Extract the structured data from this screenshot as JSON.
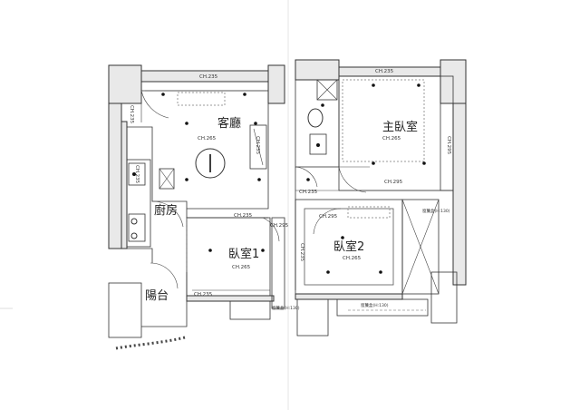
{
  "rooms": {
    "living": "客廳",
    "kitchen": "廚房",
    "bedroom1": "臥室1",
    "bedroom2": "臥室2",
    "master": "主臥室",
    "balcony": "陽台"
  },
  "ceiling_heights": {
    "living_top": "CH.235",
    "living_left": "CH.235",
    "living_center": "CH.265",
    "fridge": "CH.255",
    "range": "CH.235",
    "corridor": "CH.235",
    "corridor2": "CH.295",
    "bed1_center": "CH.265",
    "bed1_bottom": "CH.235",
    "master_top": "CH.235",
    "master_center": "CH.265",
    "master_right": "CH.295",
    "master_bottom": "CH.295",
    "bath_left": "CH.235",
    "bed2_top": "CH.295",
    "bed2_center": "CH.265",
    "bed2_left": "CH.235"
  },
  "notes": {
    "window_top": "窗簾盒(H:130)",
    "window_bottom1": "窗簾盒(H:130)",
    "window_bottom2": "窗簾盒(H:130)"
  },
  "colors": {
    "wall_fill": "#e9e9e9",
    "line": "#333333"
  }
}
